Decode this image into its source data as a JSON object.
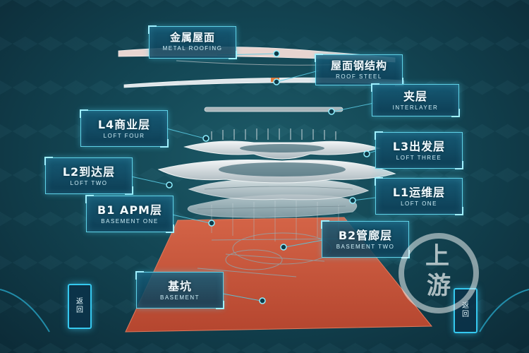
{
  "labels": {
    "metal_roofing": {
      "zh": "金属屋面",
      "en": "METAL ROOFING"
    },
    "roof_steel": {
      "zh": "屋面钢结构",
      "en": "ROOF STEEL"
    },
    "interlayer": {
      "zh": "夹层",
      "en": "INTERLAYER"
    },
    "l4": {
      "zh": "L4商业层",
      "en": "LOFT FOUR"
    },
    "l3": {
      "zh": "L3出发层",
      "en": "LOFT THREE"
    },
    "l2": {
      "zh": "L2到达层",
      "en": "LOFT TWO"
    },
    "l1": {
      "zh": "L1运维层",
      "en": "LOFT ONE"
    },
    "b1": {
      "zh": "B1 APM层",
      "en": "BASEMENT ONE"
    },
    "b2": {
      "zh": "B2管廊层",
      "en": "BASEMENT TWO"
    },
    "pit": {
      "zh": "基坑",
      "en": "BASEMENT"
    }
  },
  "nav": {
    "back_left": [
      "返",
      "回"
    ],
    "back_right": [
      "返",
      "回"
    ]
  },
  "watermark": {
    "chars": [
      "上",
      "游"
    ]
  },
  "colors": {
    "accent": "#5fd0e6",
    "pit": "#c8553a",
    "slab": "#dfe6ea"
  },
  "icons": {
    "connector": "ring-dot-icon",
    "watermark": "watermark-logo"
  }
}
